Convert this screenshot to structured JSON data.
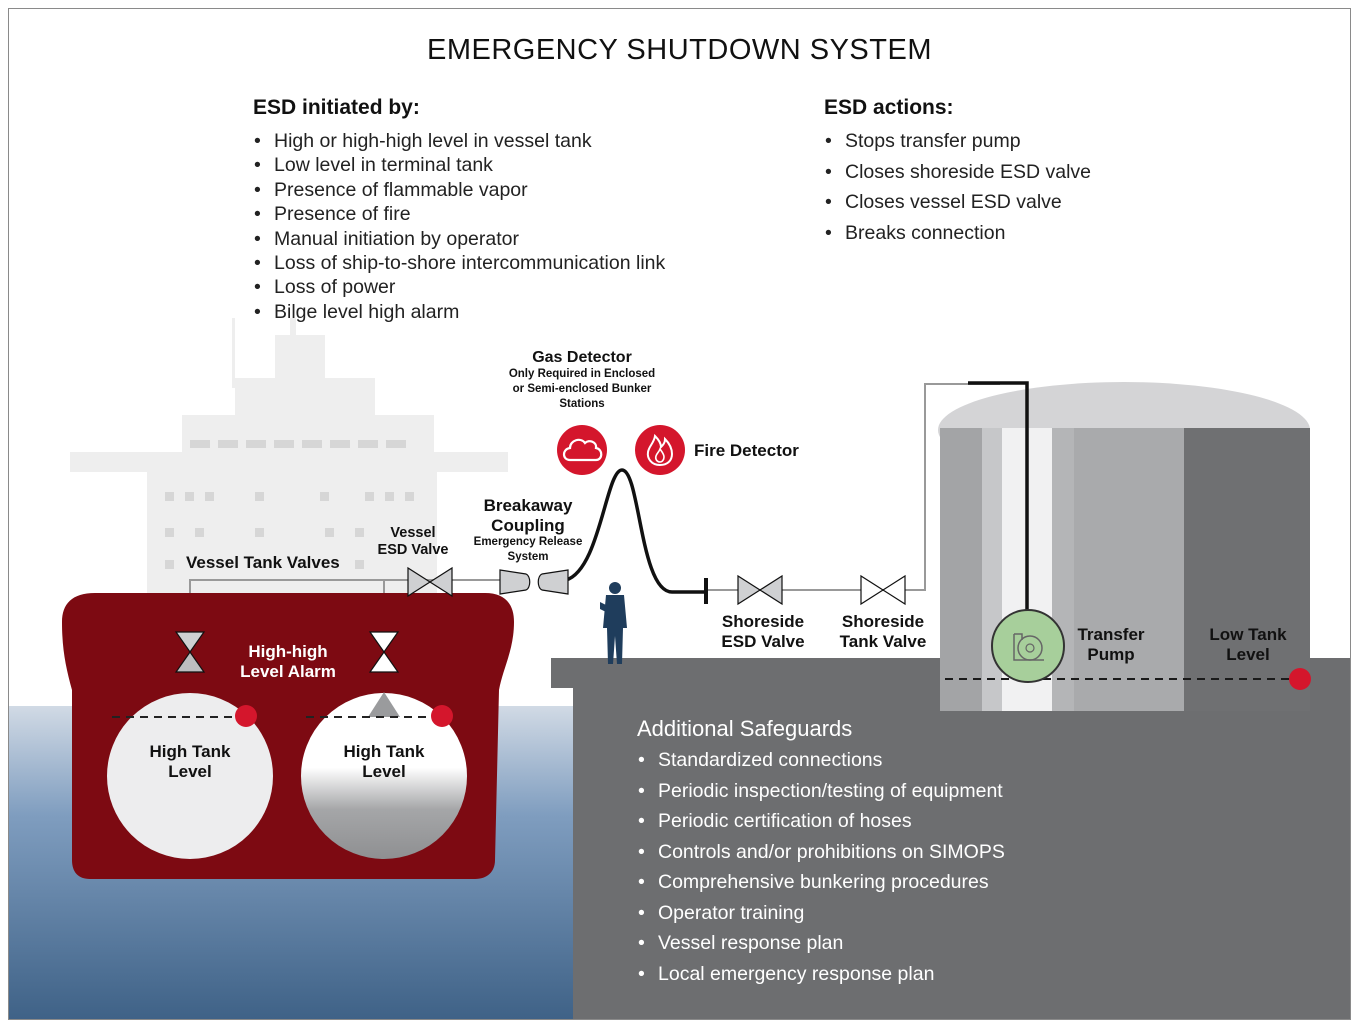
{
  "title": "EMERGENCY SHUTDOWN SYSTEM",
  "esd_initiated": {
    "heading": "ESD initiated by:",
    "items": [
      "High or high-high level in vessel tank",
      "Low level in terminal tank",
      "Presence of flammable vapor",
      "Presence of fire",
      "Manual initiation by operator",
      "Loss of ship-to-shore intercommunication link",
      "Loss of power",
      "Bilge level high alarm"
    ]
  },
  "esd_actions": {
    "heading": "ESD actions:",
    "items": [
      "Stops transfer pump",
      "Closes shoreside ESD valve",
      "Closes vessel ESD valve",
      "Breaks connection"
    ]
  },
  "labels": {
    "gas_detector": "Gas Detector",
    "gas_detector_note_1": "Only Required in Enclosed",
    "gas_detector_note_2": "or Semi-enclosed Bunker",
    "gas_detector_note_3": "Stations",
    "fire_detector": "Fire Detector",
    "breakaway_1": "Breakaway",
    "breakaway_2": "Coupling",
    "emergency_release_1": "Emergency Release",
    "emergency_release_2": "System",
    "vessel_esd_1": "Vessel",
    "vessel_esd_2": "ESD Valve",
    "vessel_tank_valves": "Vessel Tank Valves",
    "high_high_1": "High-high",
    "high_high_2": "Level Alarm",
    "high_tank_1": "High Tank",
    "high_tank_2": "Level",
    "shoreside_esd_1": "Shoreside",
    "shoreside_esd_2": "ESD Valve",
    "shoreside_tank_1": "Shoreside",
    "shoreside_tank_2": "Tank Valve",
    "transfer_1": "Transfer",
    "transfer_2": "Pump",
    "low_tank_1": "Low Tank",
    "low_tank_2": "Level"
  },
  "safeguards": {
    "heading": "Additional Safeguards",
    "items": [
      "Standardized connections",
      "Periodic inspection/testing of equipment",
      "Periodic certification of hoses",
      "Controls and/or prohibitions on SIMOPS",
      "Comprehensive bunkering procedures",
      "Operator training",
      "Vessel response plan",
      "Local emergency response plan"
    ]
  },
  "colors": {
    "hull": "#7d0a12",
    "alarm_red": "#d4162c",
    "shore_gray": "#6d6e70",
    "water_top": "#c9d3df",
    "water_bottom": "#3f6287",
    "pump_green": "#a7cf9b"
  }
}
